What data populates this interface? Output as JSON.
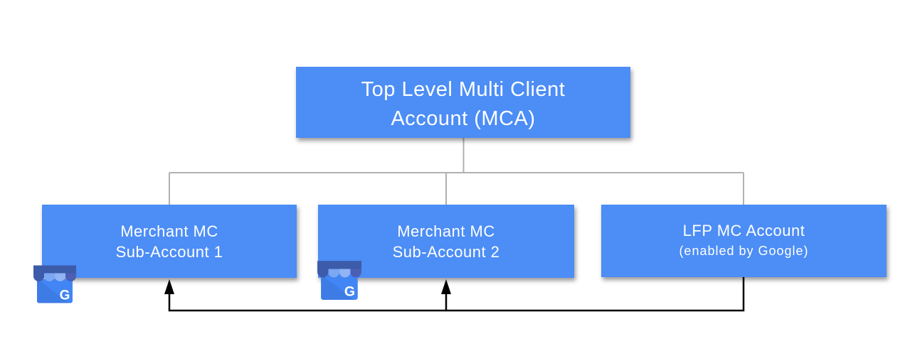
{
  "canvas": {
    "background": "#FFFFFF"
  },
  "colors": {
    "canvas_bg": "#FFFFFF",
    "node_fill": "#4C8DF6",
    "node_text": "#FFFFFF",
    "connector": "#B1B1B1",
    "arrow": "#000000",
    "icon_body": "#4285F4",
    "icon_fold": "#3D7BE5",
    "icon_awning_dark": "#3C5BA9",
    "icon_awning_light": "#7BA7F3",
    "icon_awning_lighter": "#91B4F5",
    "icon_awning_mid": "#4C5FB4",
    "icon_letter": "#FFFFFF"
  },
  "nodes": {
    "mca": {
      "line1": "Top Level Multi Client",
      "line2": "Account (MCA)"
    },
    "sub1": {
      "line1": "Merchant MC",
      "line2": "Sub-Account 1"
    },
    "sub2": {
      "line1": "Merchant MC",
      "line2": "Sub-Account 2"
    },
    "lfp": {
      "line1": "LFP MC Account",
      "line2": "(enabled by Google)"
    }
  },
  "icons": {
    "sub1": "google-my-business-icon",
    "sub2": "google-my-business-icon",
    "icon_letter_glyph": "G"
  },
  "structure": {
    "tree_edges": [
      {
        "from": "mca",
        "to": "sub1"
      },
      {
        "from": "mca",
        "to": "sub2"
      },
      {
        "from": "mca",
        "to": "lfp"
      }
    ],
    "arrow_edges": [
      {
        "from": "lfp",
        "to": "sub1"
      },
      {
        "from": "lfp",
        "to": "sub2"
      }
    ]
  }
}
